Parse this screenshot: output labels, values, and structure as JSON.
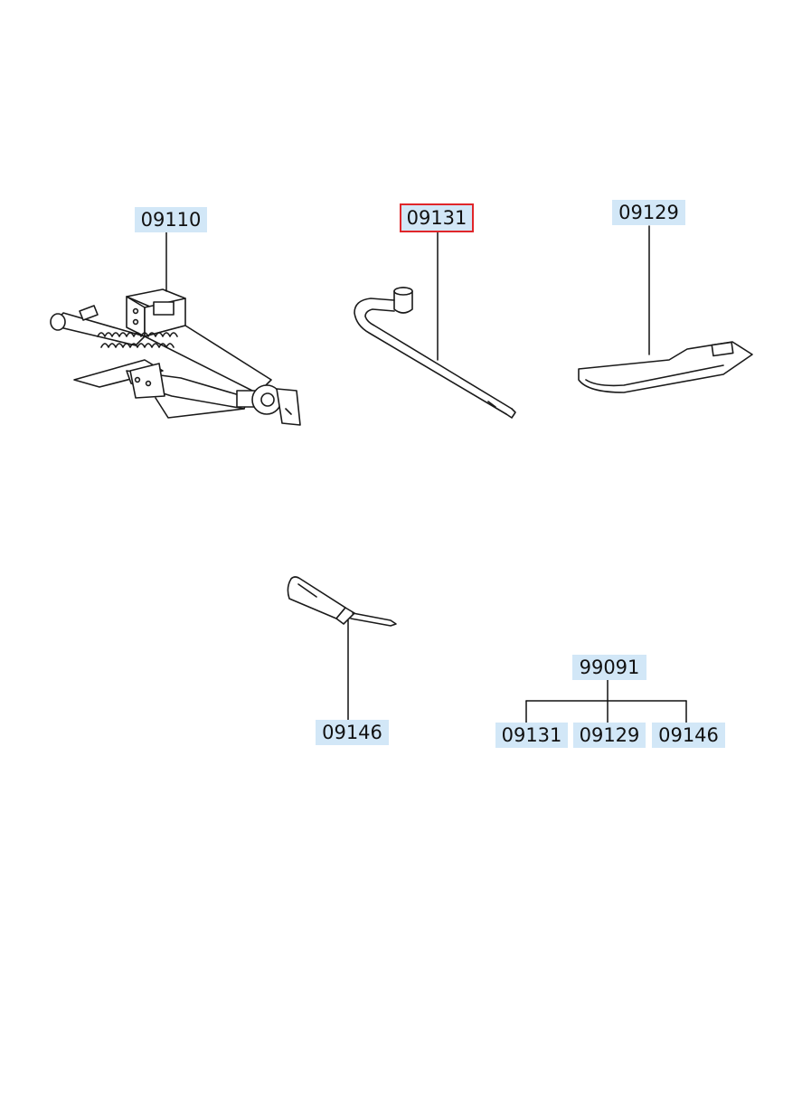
{
  "colors": {
    "label_background": "#d2e7f7",
    "highlight_border": "#e0262a",
    "line": "#111111",
    "drawing_stroke": "#1a1a1a"
  },
  "parts": [
    {
      "id": "jack",
      "number": "09110",
      "icon": "scissor-jack-icon"
    },
    {
      "id": "wrench",
      "number": "09131",
      "icon": "lug-wrench-icon",
      "highlighted": true
    },
    {
      "id": "handle",
      "number": "09129",
      "icon": "jack-handle-plate-icon"
    },
    {
      "id": "screwdriver",
      "number": "09146",
      "icon": "screwdriver-icon"
    }
  ],
  "kit": {
    "number": "99091",
    "children": [
      "09131",
      "09129",
      "09146"
    ]
  }
}
